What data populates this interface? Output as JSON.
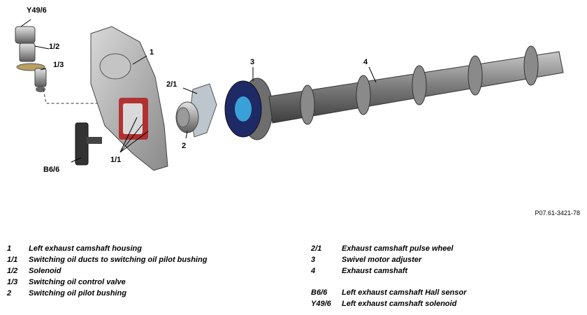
{
  "callouts": {
    "y49_6": "Y49/6",
    "s1_2": "1/2",
    "s1_3": "1/3",
    "s1": "1",
    "s1_1": "1/1",
    "b6_6": "B6/6",
    "s2_1": "2/1",
    "s2": "2",
    "s3": "3",
    "s4": "4"
  },
  "figure_ref": "P07.61-3421-78",
  "legend_left": [
    {
      "code": "1",
      "text": "Left exhaust camshaft housing"
    },
    {
      "code": "1/1",
      "text": "Switching oil ducts to switching oil pilot bushing"
    },
    {
      "code": "1/2",
      "text": "Solenoid"
    },
    {
      "code": "1/3",
      "text": "Switching oil control valve"
    },
    {
      "code": "2",
      "text": "Switching oil pilot bushing"
    }
  ],
  "legend_right": [
    {
      "code": "2/1",
      "text": "Exhaust camshaft pulse wheel"
    },
    {
      "code": "3",
      "text": "Swivel motor adjuster"
    },
    {
      "code": "4",
      "text": "Exhaust camshaft"
    },
    {
      "code": "B6/6",
      "text": "Left exhaust camshaft Hall sensor"
    },
    {
      "code": "Y49/6",
      "text": "Left exhaust camshaft solenoid"
    }
  ]
}
